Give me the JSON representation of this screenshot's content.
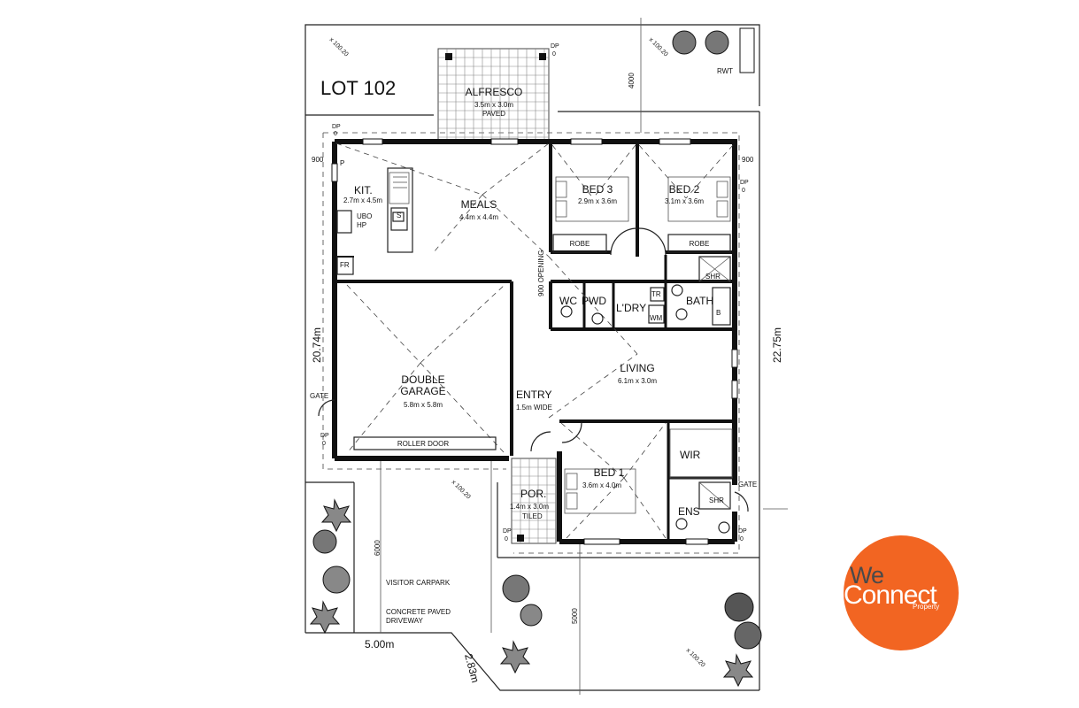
{
  "lot": {
    "title": "LOT 102"
  },
  "rooms": {
    "alfresco": {
      "name": "ALFRESCO",
      "size": "3.5m x 3.0m",
      "finish": "PAVED"
    },
    "kitchen": {
      "name": "KIT.",
      "size": "2.7m x 4.5m",
      "appliance": "UBO",
      "hp": "HP",
      "pantry": "P",
      "fridge": "FR",
      "sink": "S"
    },
    "meals": {
      "name": "MEALS",
      "size": "4.4m x 4.4m"
    },
    "bed3": {
      "name": "BED 3",
      "size": "2.9m x 3.6m",
      "robe": "ROBE"
    },
    "bed2": {
      "name": "BED 2",
      "size": "3.1m x 3.6m",
      "robe": "ROBE"
    },
    "wc": {
      "name": "WC"
    },
    "pwd": {
      "name": "PWD"
    },
    "laundry": {
      "name": "L'DRY",
      "tr": "TR",
      "wm": "WM"
    },
    "bath": {
      "name": "BATH",
      "shr": "SHR",
      "b": "B"
    },
    "garage": {
      "name1": "DOUBLE",
      "name2": "GARAGE",
      "size": "5.8m x 5.8m",
      "door": "ROLLER DOOR"
    },
    "entry": {
      "name": "ENTRY",
      "width": "1.5m WIDE"
    },
    "living": {
      "name": "LIVING",
      "size": "6.1m x 3.0m"
    },
    "bed1": {
      "name": "BED 1",
      "size": "3.6m x 4.0m"
    },
    "wir": {
      "name": "WIR"
    },
    "ens": {
      "name": "ENS",
      "shr": "SHR"
    },
    "porch": {
      "name": "POR.",
      "size": "1.4m x 3.0m",
      "finish": "TILED"
    }
  },
  "annotations": {
    "opening": "900 OPENING",
    "dim_900_left": "900",
    "dim_900_right": "900",
    "dim_4000": "4000",
    "dim_6000": "6000",
    "dim_5000": "5000",
    "dim_2074": "20.74m",
    "dim_2275": "22.75m",
    "dim_500": "5.00m",
    "dim_283": "2.83m",
    "rwt": "RWT",
    "gate_left": "GATE",
    "gate_right": "GATE",
    "visitor_carpark": "VISITOR CARPARK",
    "driveway1": "CONCRETE PAVED",
    "driveway2": "DRIVEWAY",
    "level": "x 100.20",
    "dp": "DP",
    "dp_zero": "0"
  },
  "logo": {
    "line1": "We",
    "line2": "Connect",
    "line3": "Property",
    "color": "#f26522"
  }
}
